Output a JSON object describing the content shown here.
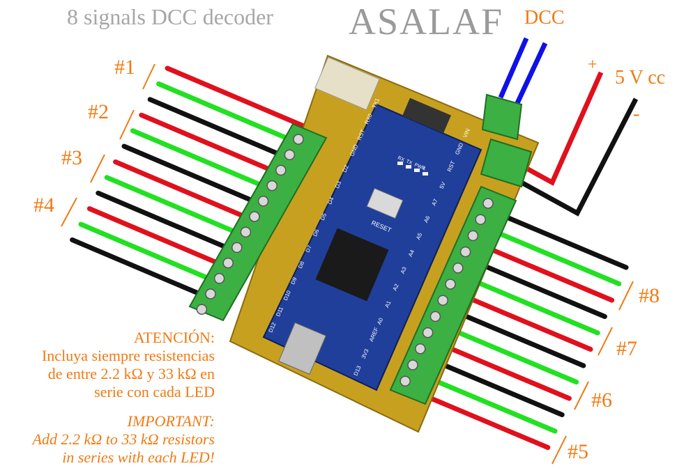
{
  "title": "8 signals DCC decoder",
  "brand": "ASALAF",
  "power": {
    "dcc_label": "DCC",
    "supply_label": "5 V cc",
    "plus_label": "+",
    "minus_label": "-"
  },
  "signals": [
    "#1",
    "#2",
    "#3",
    "#4",
    "#5",
    "#6",
    "#7",
    "#8"
  ],
  "notes": {
    "es": [
      "ATENCIÓN:",
      "Incluya siempre resistencias",
      "de entre 2.2 kΩ y 33 kΩ en",
      "serie con cada LED"
    ],
    "en": [
      "IMPORTANT:",
      "Add 2.2 kΩ to 33 kΩ resistors",
      "in series with each LED!"
    ]
  },
  "board": {
    "left_pins": [
      "D12",
      "D11",
      "D10",
      "D9",
      "D8",
      "D7",
      "D6",
      "D5",
      "D4",
      "D3",
      "D2",
      "GND",
      "RST",
      "RX0",
      "TX1"
    ],
    "right_pins": [
      "D13",
      "3V3",
      "AREF",
      "A0",
      "A1",
      "A2",
      "A3",
      "A4",
      "A5",
      "A6",
      "A7",
      "5V",
      "RST",
      "GND",
      "VIN"
    ],
    "leds": [
      "RX",
      "TX",
      "PWR",
      "L"
    ],
    "reset_label": "RESET"
  },
  "colors": {
    "red": "#e0101c",
    "green": "#22e022",
    "black": "#111111",
    "blue": "#1010e8",
    "orange": "#f07a12",
    "board_blue": "#1f3f9a",
    "terminal_green": "#3cb043",
    "pcb_yellow": "#c8a020"
  }
}
